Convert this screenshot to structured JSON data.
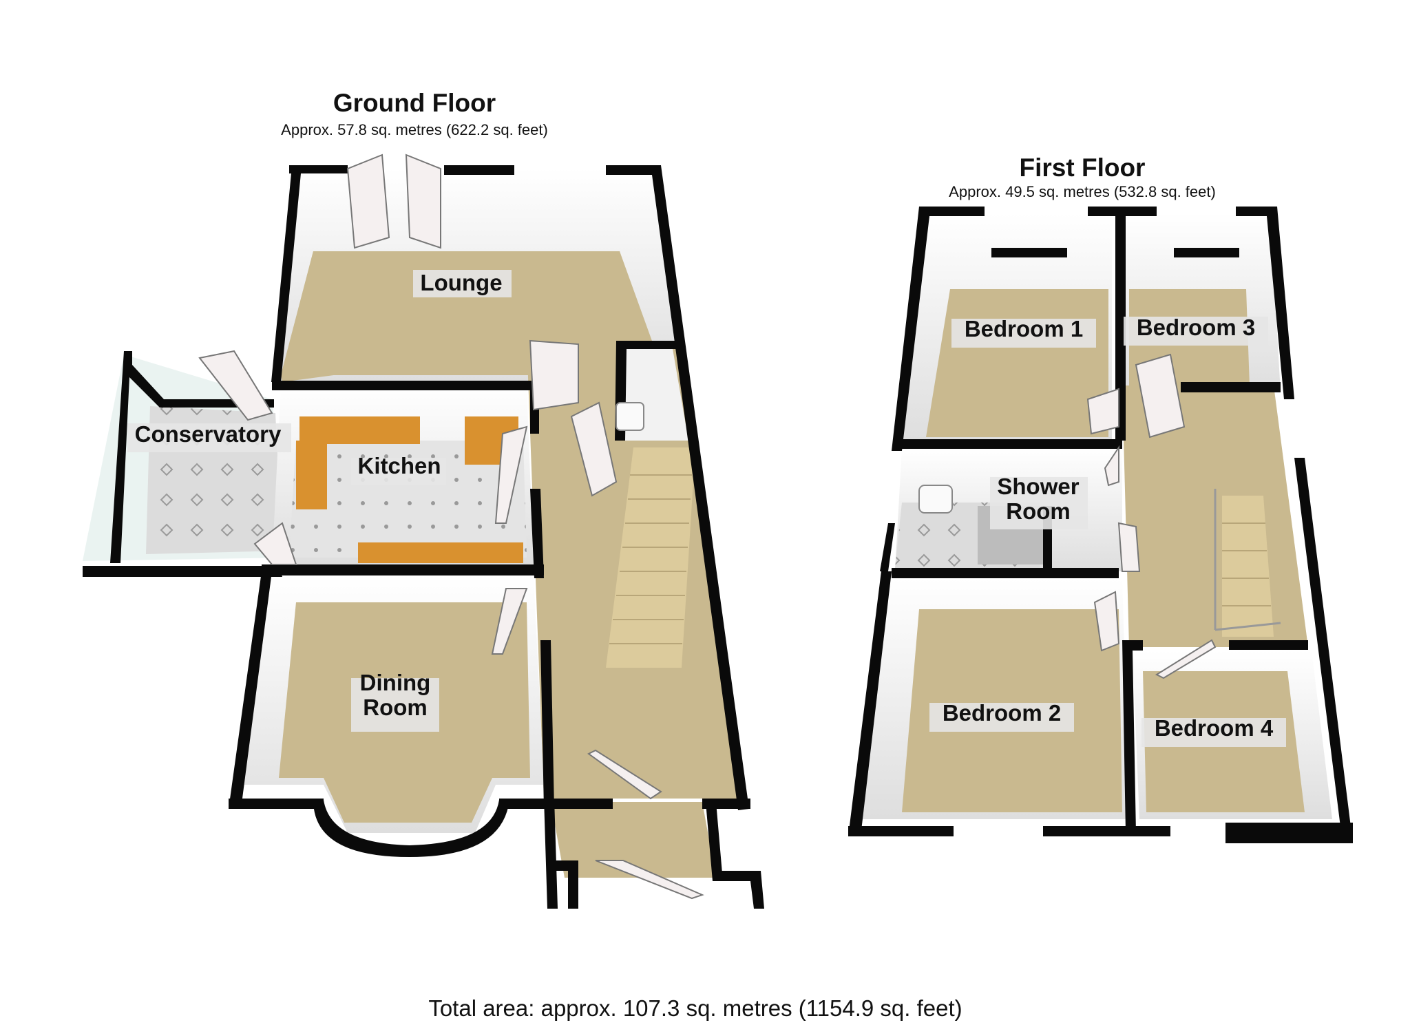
{
  "ground_floor": {
    "title": "Ground Floor",
    "area": "Approx. 57.8 sq. metres (622.2 sq. feet)",
    "rooms": {
      "lounge": "Lounge",
      "conservatory": "Conservatory",
      "kitchen": "Kitchen",
      "dining_line1": "Dining",
      "dining_line2": "Room"
    }
  },
  "first_floor": {
    "title": "First Floor",
    "area": "Approx. 49.5 sq. metres (532.8 sq. feet)",
    "rooms": {
      "bedroom1": "Bedroom 1",
      "bedroom3": "Bedroom 3",
      "shower_line1": "Shower",
      "shower_line2": "Room",
      "bedroom2": "Bedroom 2",
      "bedroom4": "Bedroom 4"
    }
  },
  "total_area": "Total area: approx. 107.3 sq. metres (1154.9 sq. feet)",
  "colors": {
    "wall": "#0a0a0a",
    "floor_carpet": "#c9b98f",
    "wall_face": "#eeeeee",
    "floor_tile": "#d8d8d8",
    "worktop": "#d9912f",
    "stairs": "#dccb9c",
    "label_bg": "#e6e6e6"
  }
}
